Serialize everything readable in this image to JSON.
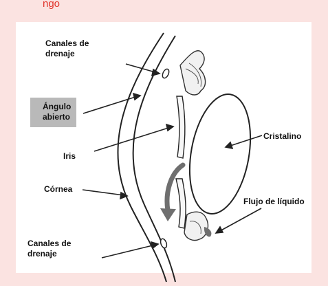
{
  "header": {
    "partial_title": "ngo"
  },
  "labels": {
    "drainage_top": [
      "Canales de",
      "drenaje"
    ],
    "open_angle": [
      "Ángulo",
      "abierto"
    ],
    "iris": "Iris",
    "cornea": "Córnea",
    "drainage_bottom": [
      "Canales de",
      "drenaje"
    ],
    "lens": "Cristalino",
    "fluid_flow": "Flujo de líquido"
  },
  "colors": {
    "background": "#fbe3e1",
    "card": "#ffffff",
    "highlight": "#b9b9b9",
    "title_red": "#e0322a",
    "flow_arrow": "#6f6f6f"
  }
}
